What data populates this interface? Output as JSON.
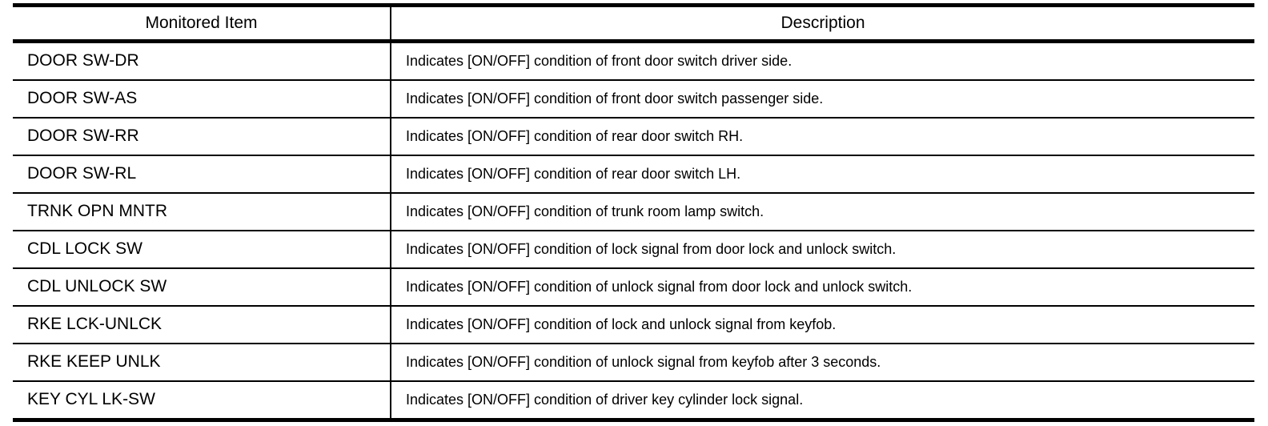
{
  "table": {
    "columns": [
      {
        "key": "item",
        "header": "Monitored Item",
        "align": "center"
      },
      {
        "key": "description",
        "header": "Description",
        "align": "center"
      }
    ],
    "rows": [
      {
        "item": "DOOR SW-DR",
        "description": "Indicates [ON/OFF] condition of front door switch driver side."
      },
      {
        "item": "DOOR SW-AS",
        "description": "Indicates [ON/OFF] condition of front door switch passenger side."
      },
      {
        "item": "DOOR SW-RR",
        "description": "Indicates [ON/OFF] condition of rear door switch RH."
      },
      {
        "item": "DOOR SW-RL",
        "description": "Indicates [ON/OFF] condition of rear door switch LH."
      },
      {
        "item": "TRNK OPN MNTR",
        "description": "Indicates [ON/OFF] condition of trunk room lamp switch."
      },
      {
        "item": "CDL LOCK SW",
        "description": "Indicates [ON/OFF] condition of lock signal from door lock and unlock switch."
      },
      {
        "item": "CDL UNLOCK SW",
        "description": "Indicates [ON/OFF] condition of unlock signal from door lock and unlock switch."
      },
      {
        "item": "RKE LCK-UNLCK",
        "description": "Indicates [ON/OFF] condition of lock and unlock signal from keyfob."
      },
      {
        "item": "RKE KEEP UNLK",
        "description": "Indicates [ON/OFF] condition of unlock signal from keyfob after 3 seconds."
      },
      {
        "item": "KEY CYL LK-SW",
        "description": "Indicates [ON/OFF] condition of driver key cylinder lock signal."
      }
    ]
  },
  "colors": {
    "rule": "#000000",
    "text": "#000000",
    "background": "#ffffff"
  }
}
